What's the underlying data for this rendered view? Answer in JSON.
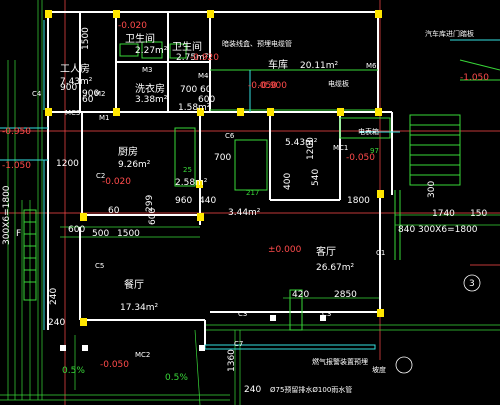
{
  "rooms": {
    "worker_room": {
      "name": "工人房",
      "area": "7.43m²"
    },
    "bath1": {
      "name": "卫生间",
      "area": "2.27m²"
    },
    "bath2": {
      "name": "卫生间",
      "area": "2.75m²"
    },
    "laundry": {
      "name": "洗衣房",
      "area": "3.38m²"
    },
    "garage": {
      "name": "车库",
      "area": "20.11m²"
    },
    "kitchen": {
      "name": "厨房",
      "area": "9.26m²"
    },
    "dining": {
      "name": "餐厅",
      "area": "17.34m²"
    },
    "living": {
      "name": "客厅",
      "area": "26.67m²"
    },
    "small_a": {
      "area": "1.58m²"
    },
    "small_b": {
      "area": "2.58m²"
    },
    "small_c": {
      "area": "5.43m²"
    },
    "hall": {
      "area": "3.44m²"
    }
  },
  "levels": {
    "a": "-0.020",
    "b": "-0.920",
    "c": "-0.900",
    "d": "-0.950",
    "e": "-1.050",
    "f": "-0.020",
    "g": "-0.050",
    "h": "-0.050",
    "i": "-1.050",
    "zero": "±0.000",
    "j": "-0.050"
  },
  "dims": {
    "d1500": "1500",
    "d900": "900",
    "d900b": "900",
    "d60": "60",
    "d700": "700",
    "d60b": "60",
    "d1200": "1200",
    "d500": "500",
    "d60c": "60",
    "d1500b": "1500",
    "d960": "960",
    "d440": "440",
    "d700b": "700",
    "d1200b": "1200",
    "d540": "540",
    "d1800": "1800",
    "d1740": "1740",
    "d150": "150",
    "d840": "840",
    "d300x6": "300X6=1800",
    "d300x6v": "300X6=1800",
    "d420": "420",
    "d2850": "2850",
    "d240": "240",
    "d240b": "240",
    "d240c": "240",
    "d1360": "1360",
    "d300": "300",
    "d400": "400",
    "d600": "600",
    "d600b": "600",
    "d299": "299"
  },
  "tags": {
    "m1": "M1",
    "m2": "M2",
    "m3": "M3",
    "m4": "M4",
    "m6": "M6",
    "mc1": "MC1",
    "mc2": "MC2",
    "mc3": "MC3",
    "c1": "C1",
    "c2": "C2",
    "c3": "C3",
    "c3b": "C3",
    "c4": "C4",
    "c5": "C5",
    "c6": "C6",
    "c7": "C7",
    "n25": "25",
    "n97": "97",
    "n217": "217"
  },
  "notes": {
    "garage_note": "暗装线盒、预埋电缆管",
    "ramp_note": "汽车库进门踏板",
    "elec_box": "电表箱",
    "water_note": "电缆板",
    "pipe_note": "燃气报警装置预埋",
    "drain_note": "Ø75预留排水Ø100雨水管",
    "slope": "0.5%",
    "slope2": "0.5%",
    "slope3": "坡度",
    "axis3": "3",
    "axis_f": "F"
  },
  "colors": {
    "wall": "#ffffff",
    "wall_line": "#39d839",
    "dim_line": "#39d839",
    "axis": "#ff4b4b",
    "column": "#ffe600",
    "cyan": "#35e0e0",
    "level_text": "#ff4b4b"
  }
}
